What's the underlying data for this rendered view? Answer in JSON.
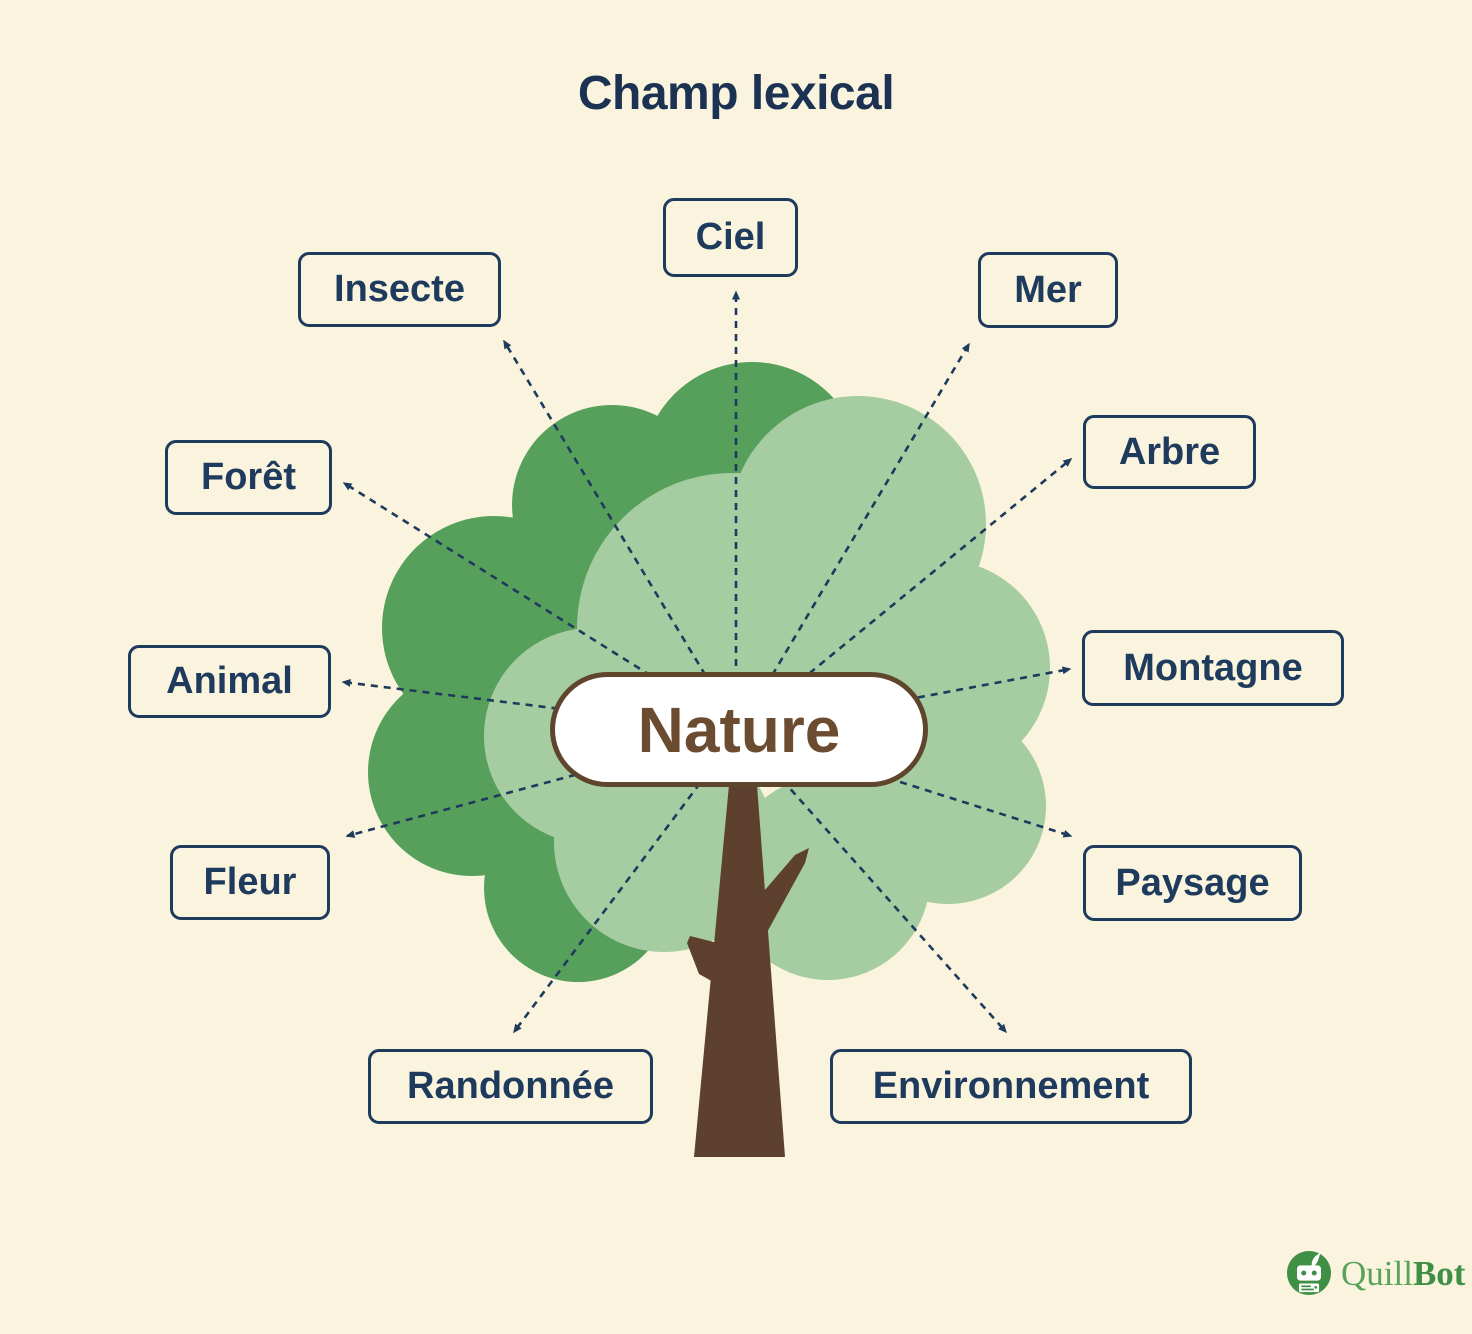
{
  "title": "Champ lexical",
  "center": {
    "label": "Nature"
  },
  "nodes": [
    {
      "id": "ciel",
      "label": "Ciel"
    },
    {
      "id": "insecte",
      "label": "Insecte"
    },
    {
      "id": "mer",
      "label": "Mer"
    },
    {
      "id": "foret",
      "label": "Forêt"
    },
    {
      "id": "arbre",
      "label": "Arbre"
    },
    {
      "id": "animal",
      "label": "Animal"
    },
    {
      "id": "montagne",
      "label": "Montagne"
    },
    {
      "id": "fleur",
      "label": "Fleur"
    },
    {
      "id": "paysage",
      "label": "Paysage"
    },
    {
      "id": "randonnee",
      "label": "Randonnée"
    },
    {
      "id": "environnement",
      "label": "Environnement"
    }
  ],
  "logo": {
    "part1": "Quill",
    "part2": "Bot"
  },
  "colors": {
    "background": "#FAF4DE",
    "navy": "#1E3A5C",
    "canopy_dark_green": "#57A05C",
    "canopy_light_green": "#A5CDA1",
    "trunk_brown": "#5D402E",
    "pill_border_brown": "#5E452C",
    "pill_text_brown": "#6B4C31",
    "logo_green": "#3F8F45"
  }
}
